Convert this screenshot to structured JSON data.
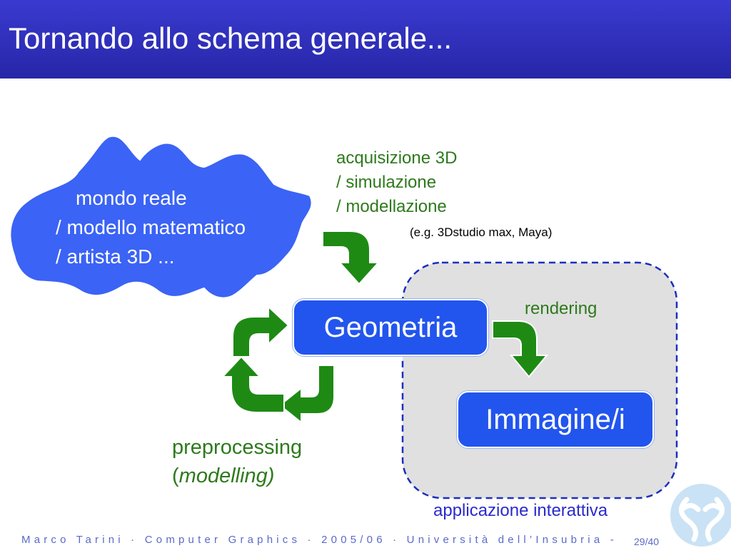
{
  "slide": {
    "title": "Tornando allo schema generale..."
  },
  "cloud": {
    "line1": "mondo  reale",
    "line2": "/ modello matematico",
    "line3": "/ artista 3D ..."
  },
  "acquisition": {
    "line1": "acquisizione 3D",
    "line2": "/ simulazione",
    "line3": "/ modellazione",
    "example": "(e.g. 3Dstudio max, Maya)"
  },
  "nodes": {
    "geometry": "Geometria",
    "image": "Immagine/i"
  },
  "rendering_label": "rendering",
  "preprocessing": {
    "line1": "preprocessing",
    "paren_open": "(",
    "italic": "modelling)"
  },
  "interactive_app_label": "applicazione interattiva",
  "footer": {
    "credit": "Marco Tarini · Computer Graphics · 2005/06 · Università dell’Insubria -",
    "page": "29/40"
  },
  "colors": {
    "header": "#2a2ab8",
    "box": "#2255ee",
    "arrow": "#1e8a14",
    "label_green": "#2d7a1c",
    "dashed_region": "#1a2fbf",
    "region_fill": "#e0e0e0"
  },
  "icons": {
    "cloud": "cloud-shape",
    "logo": "insubria-logo"
  }
}
